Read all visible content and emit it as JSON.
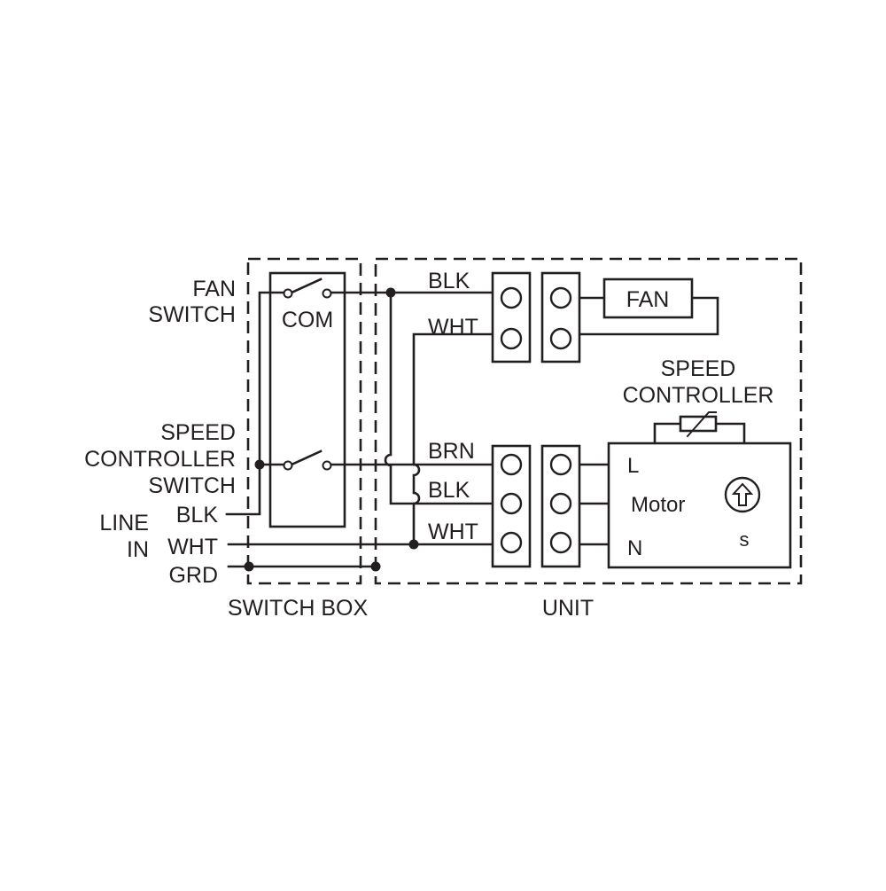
{
  "labels": {
    "fan_switch": [
      "FAN",
      "SWITCH"
    ],
    "com": "COM",
    "speed_controller_switch": [
      "SPEED",
      "CONTROLLER",
      "SWITCH"
    ],
    "line_in": [
      "LINE",
      "IN"
    ],
    "line_blk": "BLK",
    "line_wht": "WHT",
    "line_grd": "GRD",
    "switch_box": "SWITCH BOX",
    "unit": "UNIT",
    "wire_blk_top": "BLK",
    "wire_wht_top": "WHT",
    "wire_brn": "BRN",
    "wire_blk_bottom": "BLK",
    "wire_wht_bottom": "WHT",
    "fan": "FAN",
    "speed_controller": [
      "SPEED",
      "CONTROLLER"
    ],
    "motor_l": "L",
    "motor": "Motor",
    "motor_n": "N",
    "motor_s": "s"
  },
  "colors": {
    "ink": "#231f20",
    "background": "#ffffff"
  },
  "icons": {
    "motor_rotation": "rotation-arrow-icon",
    "variable_resistor": "variable-resistor-icon"
  }
}
